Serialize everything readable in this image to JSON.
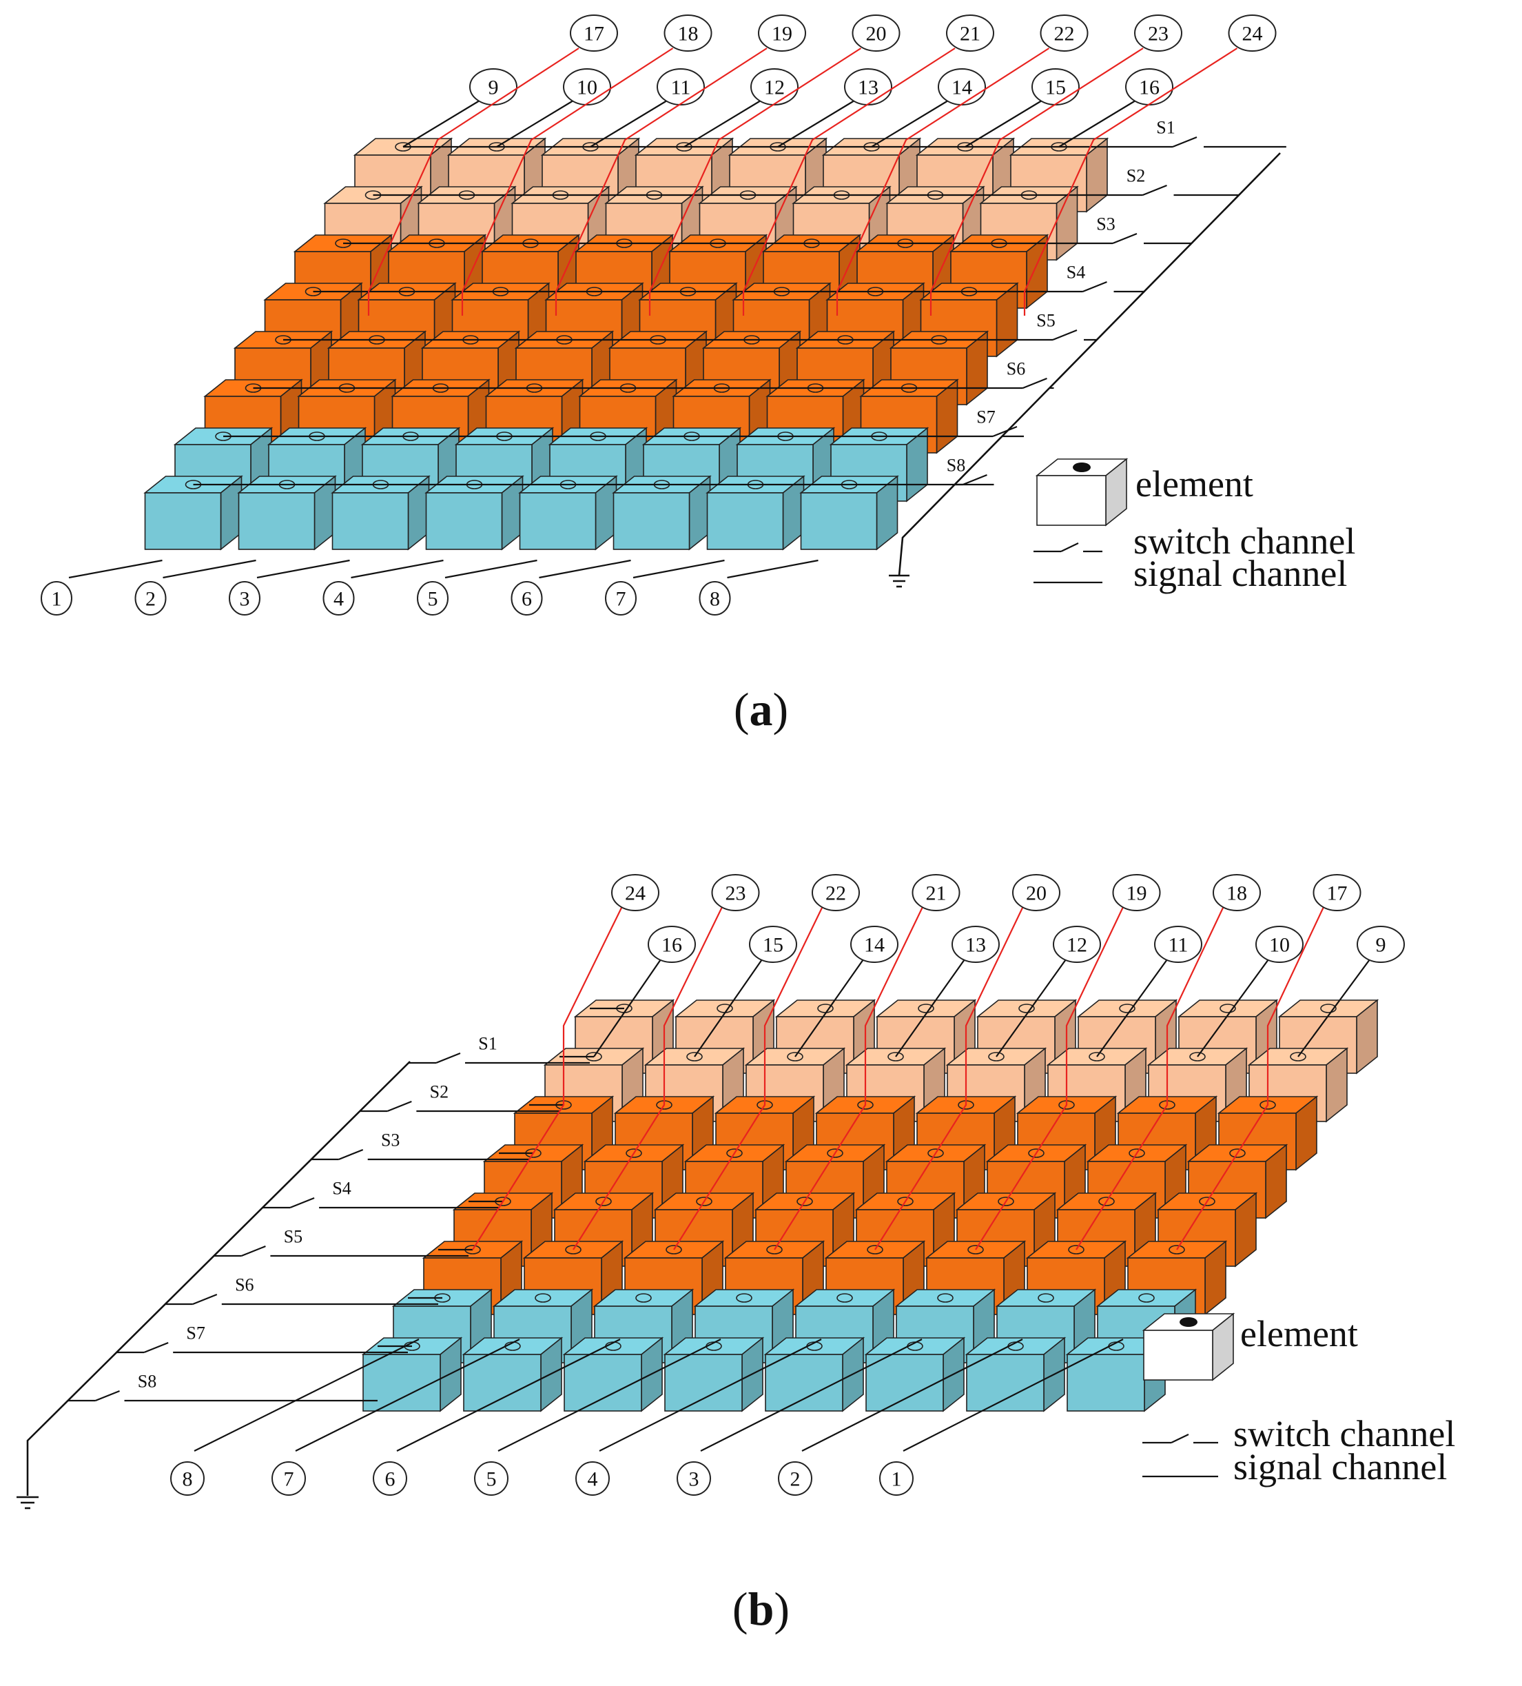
{
  "colors": {
    "elem_light": "#f9c09a",
    "elem_orange": "#f07014",
    "elem_blue": "#78c8d6",
    "line_black": "#111111",
    "line_red": "#e8231f",
    "stroke": "#222222"
  },
  "legend": {
    "element": "element",
    "switch_channel": "switch channel",
    "signal_channel": "signal channel"
  },
  "switch_labels": [
    "S1",
    "S2",
    "S3",
    "S4",
    "S5",
    "S6",
    "S7",
    "S8"
  ],
  "panels": [
    {
      "caption": "a",
      "front_labels": [
        "1",
        "2",
        "3",
        "4",
        "5",
        "6",
        "7",
        "8"
      ],
      "mid_labels": [
        "9",
        "10",
        "11",
        "12",
        "13",
        "14",
        "15",
        "16"
      ],
      "top_labels": [
        "17",
        "18",
        "19",
        "20",
        "21",
        "22",
        "23",
        "24"
      ],
      "row_colors": [
        "elem_light",
        "elem_light",
        "elem_orange",
        "elem_orange",
        "elem_orange",
        "elem_orange",
        "elem_blue",
        "elem_blue"
      ]
    },
    {
      "caption": "b",
      "front_labels": [
        "8",
        "7",
        "6",
        "5",
        "4",
        "3",
        "2",
        "1"
      ],
      "mid_labels": [
        "16",
        "15",
        "14",
        "13",
        "12",
        "11",
        "10",
        "9"
      ],
      "top_labels": [
        "24",
        "23",
        "22",
        "21",
        "20",
        "19",
        "18",
        "17"
      ],
      "row_colors": [
        "elem_light",
        "elem_light",
        "elem_orange",
        "elem_orange",
        "elem_orange",
        "elem_orange",
        "elem_blue",
        "elem_blue"
      ]
    }
  ]
}
